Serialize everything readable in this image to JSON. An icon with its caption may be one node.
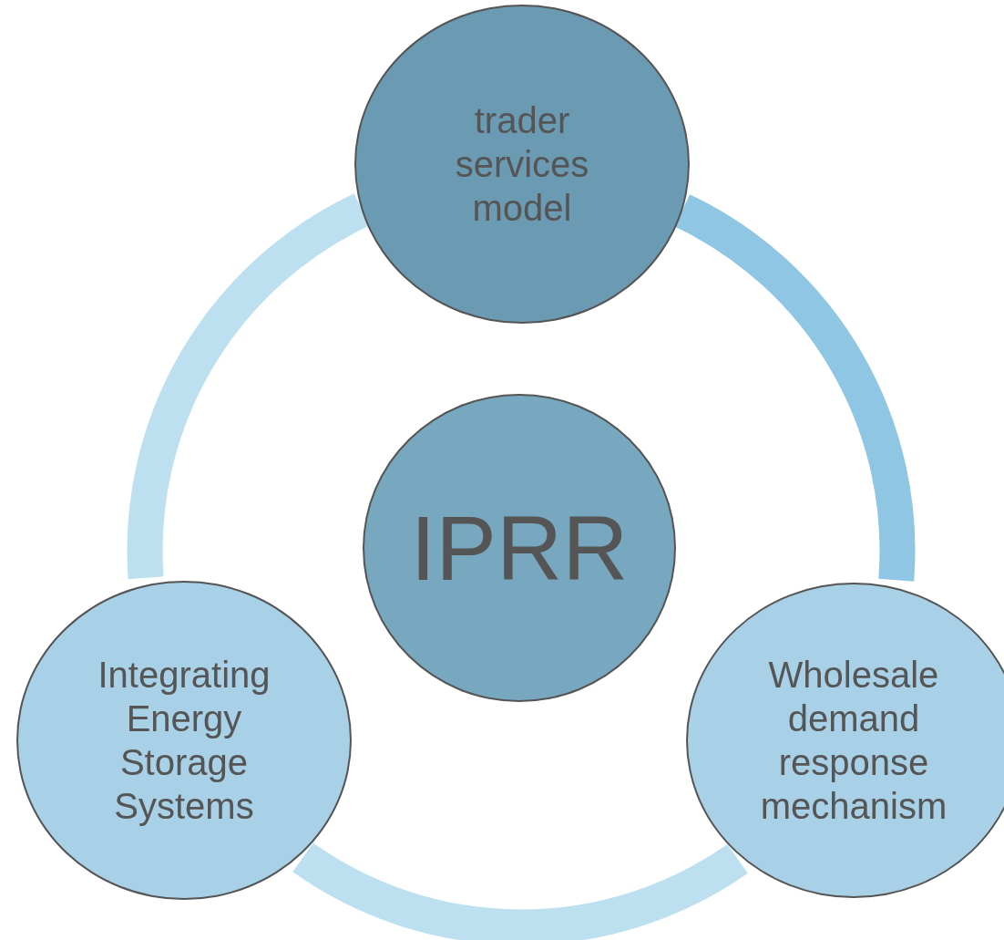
{
  "diagram": {
    "nodes": [
      {
        "text": [
          "trader services model"
        ]
      },
      {
        "text": [
          "IPRR"
        ]
      },
      {
        "text": [
          "Integrating Energy Storage Systems"
        ]
      },
      {
        "text": [
          "Wholesale demand response mechanism"
        ]
      }
    ],
    "edges": [
      {
        "from": 0,
        "to": 3,
        "arrow": "none",
        "color": "#8fc6e3"
      },
      {
        "from": 3,
        "to": 2,
        "arrow": "none"
      },
      {
        "from": 2,
        "to": 0,
        "arrow": "none"
      }
    ]
  }
}
